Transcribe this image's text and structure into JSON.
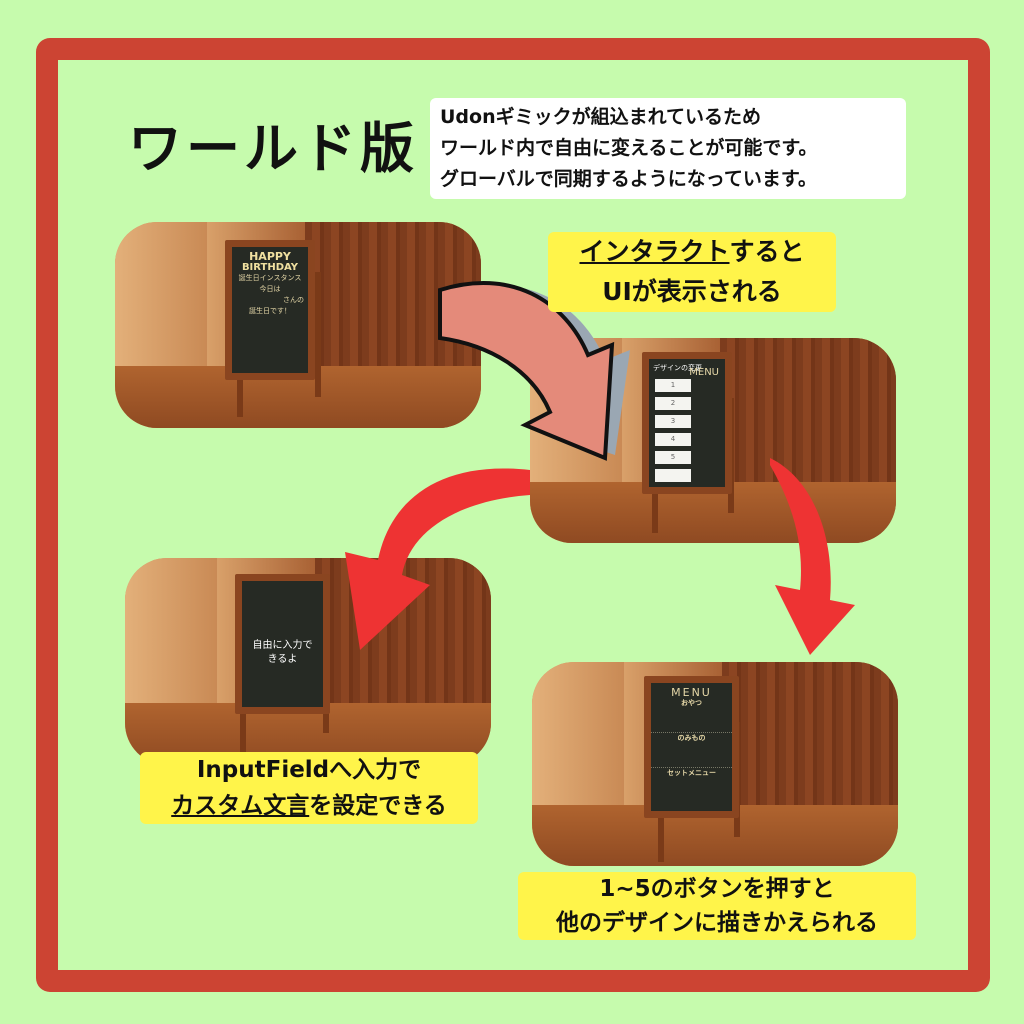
{
  "title": "ワールド版",
  "note": {
    "lines": [
      "Udonギミックが組込まれているため",
      "ワールド内で自由に変えることが可能です。",
      "グローバルで同期するようになっています。"
    ]
  },
  "label1": {
    "underlined": "インタラクト",
    "rest": "すると",
    "line2": "UIが表示される"
  },
  "label2": {
    "line1": "InputFieldへ入力で",
    "underlined": "カスタム文言",
    "rest": "を設定できる"
  },
  "label3": {
    "line1": "1~5のボタンを押すと",
    "line2": "他のデザインに描きかえられる"
  },
  "board1": {
    "heading1": "HAPPY",
    "heading2": "BIRTHDAY",
    "line1": "誕生日インスタンス",
    "line2": "今日は",
    "line3": "さんの",
    "line4": "誕生日です！"
  },
  "board2": {
    "heading": "デザインの変更",
    "menu": "MENU",
    "buttons": [
      "1",
      "2",
      "3",
      "4",
      "5"
    ]
  },
  "board3": {
    "text": "自由に入力できるよ"
  },
  "board4": {
    "heading": "MENU",
    "sec1": "おやつ",
    "sec2": "のみもの",
    "sec3": "セットメニュー"
  },
  "colors": {
    "background": "#c6fbad",
    "frame": "#cc4433",
    "label": "#fff44a",
    "arrow_red": "#ee3333",
    "arrow_salmon": "#e48a7a"
  }
}
